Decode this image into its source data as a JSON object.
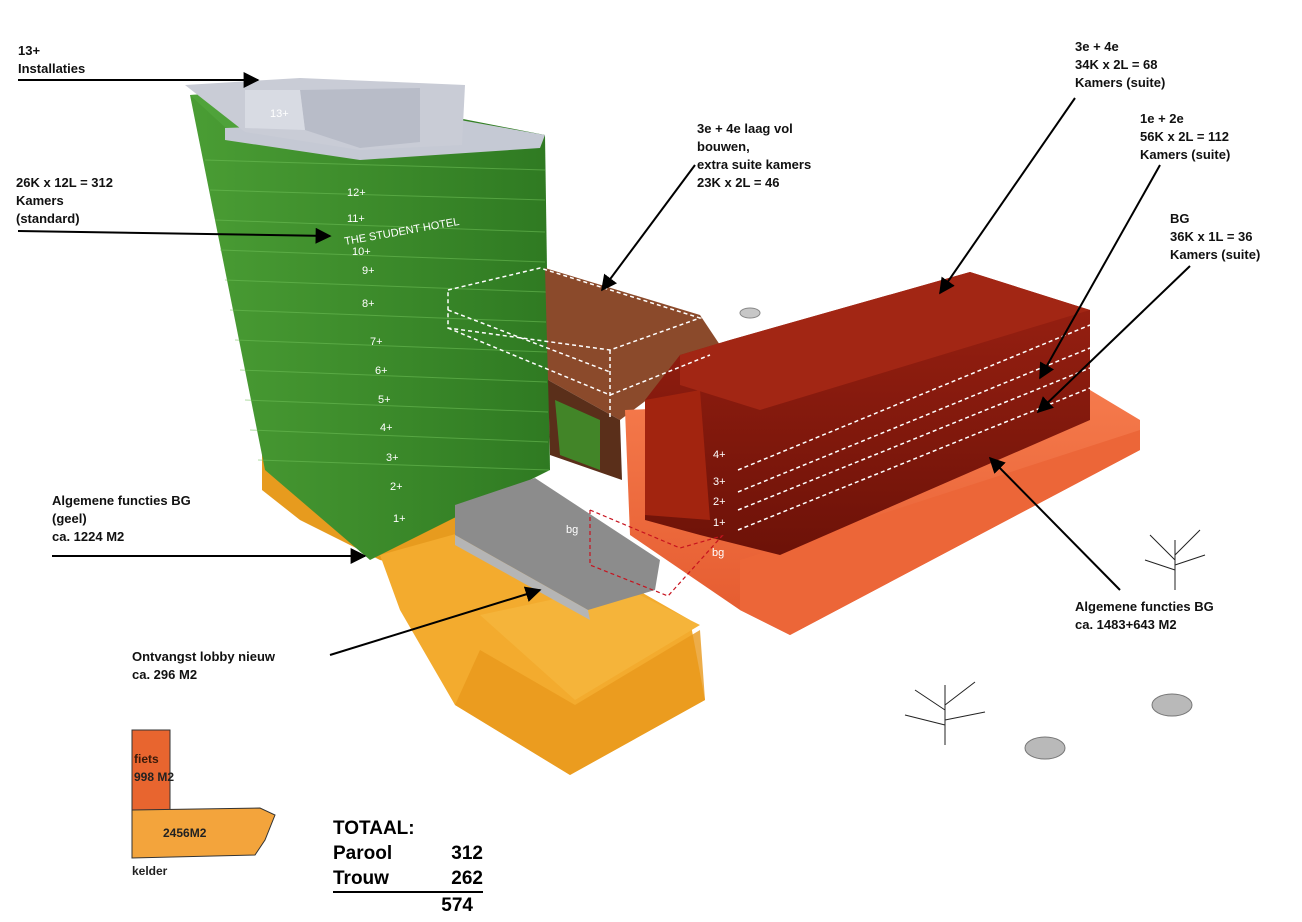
{
  "labels": {
    "installaties": {
      "line1": "13+",
      "line2": "Installaties"
    },
    "standard_rooms": {
      "line1": "26K x 12L = 312",
      "line2": "Kamers",
      "line3": "(standard)"
    },
    "extra_suites": {
      "line1": "3e + 4e laag vol",
      "line2": "bouwen,",
      "line3": "extra suite kamers",
      "line4": "23K x 2L = 46"
    },
    "suite_3_4": {
      "line1": "3e + 4e",
      "line2": "34K x 2L = 68",
      "line3": "Kamers (suite)"
    },
    "suite_1_2": {
      "line1": "1e + 2e",
      "line2": "56K x 2L = 112",
      "line3": "Kamers (suite)"
    },
    "suite_bg": {
      "line1": "BG",
      "line2": "36K x 1L = 36",
      "line3": "Kamers (suite)"
    },
    "functies_geel": {
      "line1": "Algemene functies BG",
      "line2": "(geel)",
      "line3": "ca. 1224 M2"
    },
    "lobby": {
      "line1": "Ontvangst lobby nieuw",
      "line2": "ca. 296 M2"
    },
    "functies_oranje": {
      "line1": "Algemene functies BG",
      "line2": "ca. 1483+643 M2"
    }
  },
  "tower": {
    "floors": [
      "13+",
      "12+",
      "11+",
      "10+",
      "9+",
      "8+",
      "7+",
      "6+",
      "5+",
      "4+",
      "3+",
      "2+",
      "1+"
    ],
    "sign": "THE STUDENT HOTEL"
  },
  "red_building": {
    "floors": [
      "4+",
      "3+",
      "2+",
      "1+"
    ],
    "ground": "bg"
  },
  "lobby_roof": "bg",
  "kelder": {
    "fiets_label": "fiets",
    "fiets_area": "998 M2",
    "kelder_area": "2456M2",
    "kelder_label": "kelder"
  },
  "totals": {
    "title": "TOTAAL:",
    "rows": [
      {
        "name": "Parool",
        "value": "312"
      },
      {
        "name": "Trouw",
        "value": "262"
      }
    ],
    "sum": "574"
  },
  "colors": {
    "tower_green": "#3f8f2a",
    "roof_grey": "#c4c8d3",
    "base_yellow": "#f0a92a",
    "brown_wing": "#8a4a2a",
    "red_building": "#8f1a0c",
    "orange_base": "#ef6a3e",
    "lobby_grey": "#8a8a8a"
  }
}
